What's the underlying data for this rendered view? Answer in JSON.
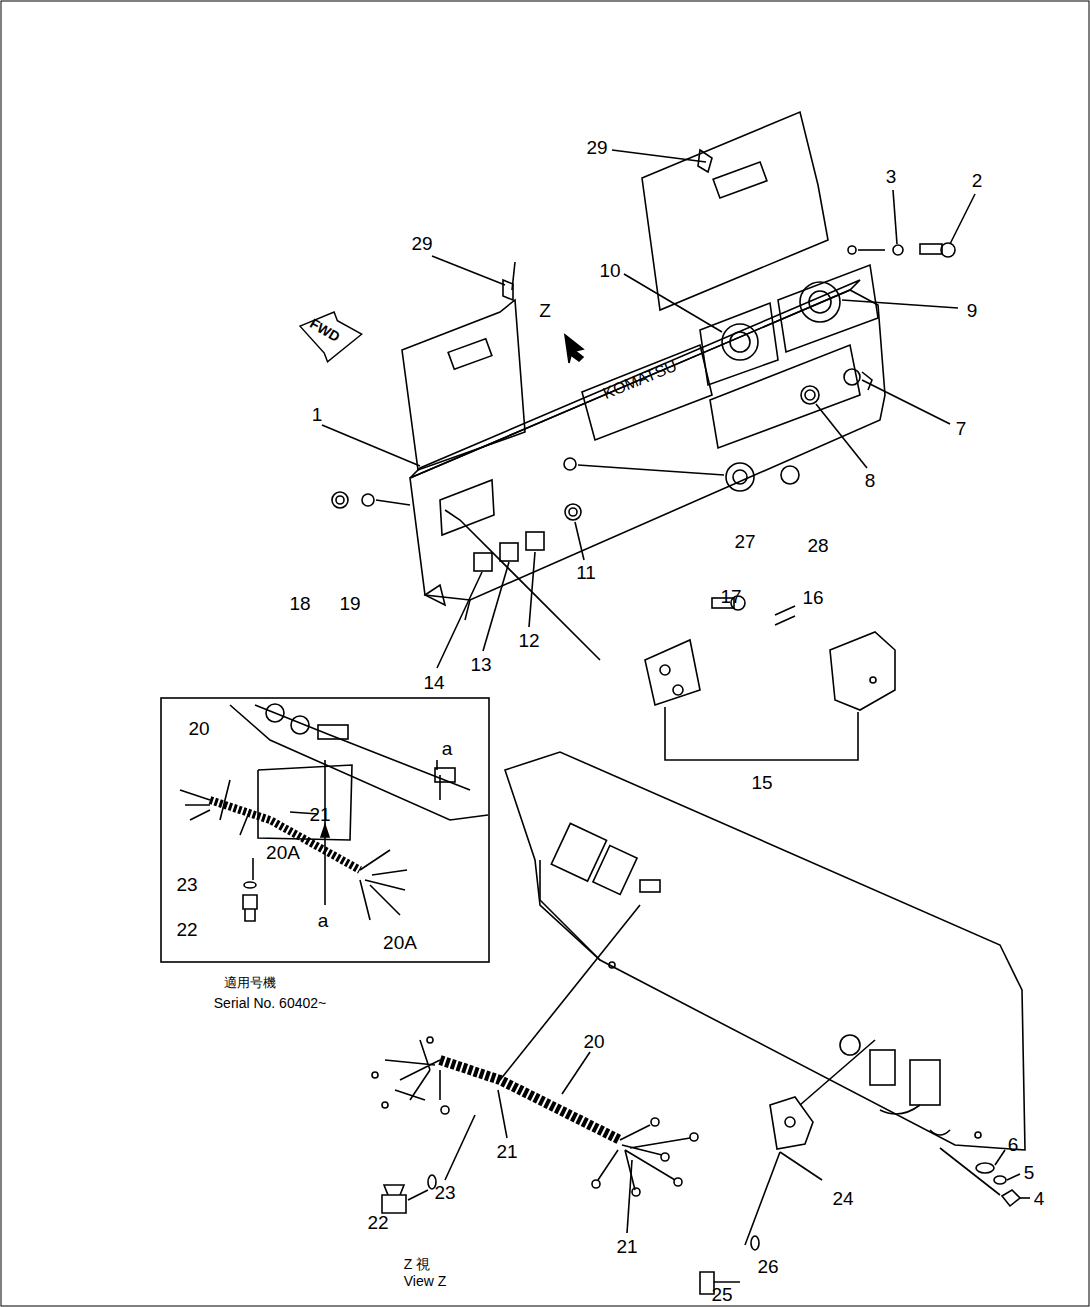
{
  "diagram": {
    "nodes": [
      {
        "text": [
          "FWD"
        ]
      }
    ],
    "labels": [
      "29",
      "3",
      "2",
      "29",
      "10",
      "Z",
      "9",
      "KOMATSU",
      "1",
      "7",
      "8",
      "27",
      "28",
      "11",
      "17",
      "16",
      "18",
      "19",
      "12",
      "13",
      "14",
      "15",
      "20",
      "a",
      "21",
      "23",
      "20A",
      "a",
      "22",
      "20A",
      "適用号機",
      "Serial No. 60402~",
      "20",
      "21",
      "22",
      "23",
      "24",
      "6",
      "5",
      "4",
      "26",
      "25",
      "21",
      "Z 視",
      "View Z"
    ]
  }
}
